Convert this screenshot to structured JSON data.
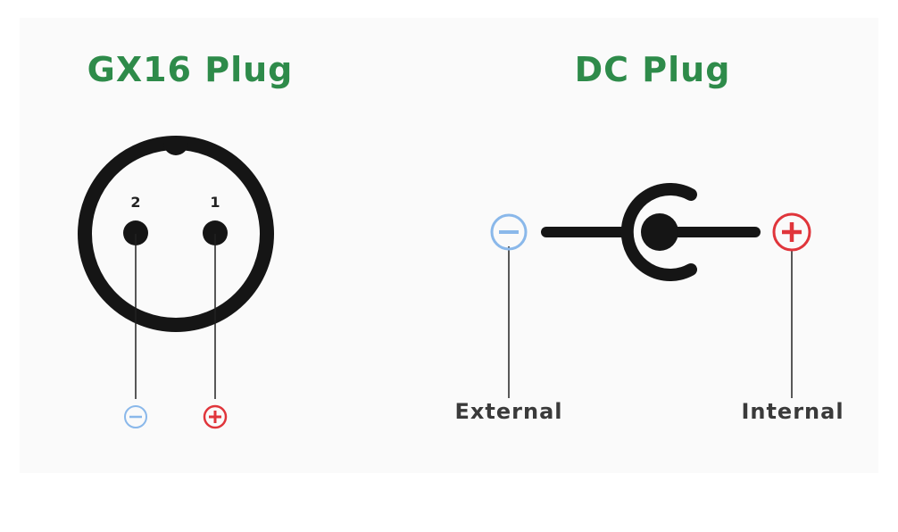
{
  "gx16": {
    "title": "GX16 Plug",
    "pin2_label": "2",
    "pin1_label": "1",
    "pin2_polarity": "negative-icon",
    "pin1_polarity": "positive-icon"
  },
  "dc": {
    "title": "DC Plug",
    "external_label": "External",
    "internal_label": "Internal",
    "external_polarity": "negative-icon",
    "internal_polarity": "positive-icon"
  },
  "colors": {
    "title_green": "#2e8b4a",
    "negative_blue": "#8ab8ea",
    "positive_red": "#e0353b",
    "plug_black": "#151515"
  }
}
